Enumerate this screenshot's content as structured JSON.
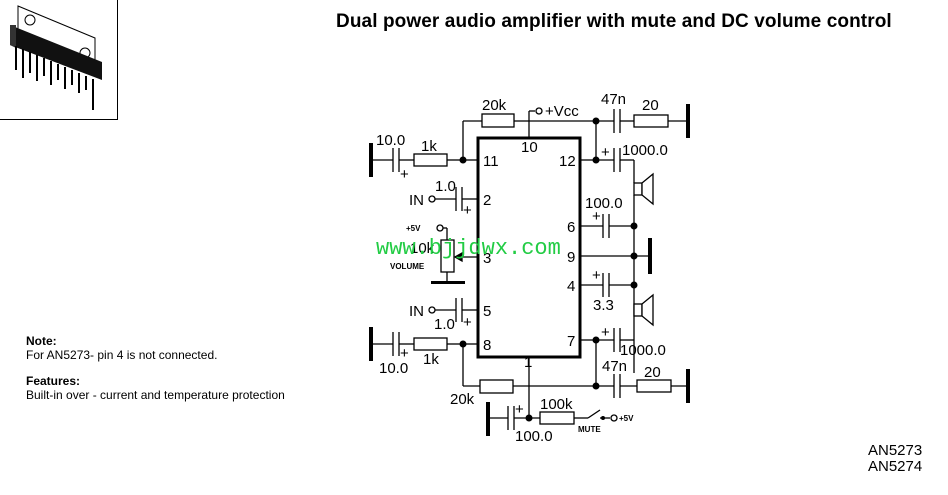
{
  "title": "Dual power audio amplifier with mute and DC volume control",
  "package_image": {
    "icon": "ic-package-icon",
    "description": "SIL power IC package with heatsink tab"
  },
  "notes": {
    "note_heading": "Note:",
    "note_text": "For AN5273- pin 4 is not connected.",
    "features_heading": "Features:",
    "features_text": "Built-in over - current and temperature protection"
  },
  "part_numbers": [
    "AN5273",
    "AN5274"
  ],
  "watermark": "www.bjjdwx.com",
  "schematic": {
    "pins": {
      "p1": "1",
      "p2": "2",
      "p3": "3",
      "p4": "4",
      "p5": "5",
      "p6": "6",
      "p7": "7",
      "p8": "8",
      "p9": "9",
      "p10": "10",
      "p11": "11",
      "p12": "12"
    },
    "supply": "+Vcc",
    "components": {
      "r_feedback_top": "20k",
      "r_feedback_bottom": "20k",
      "c_nf_top": "10.0",
      "r_nf_top": "1k",
      "c_nf_bottom": "10.0",
      "r_nf_bottom": "1k",
      "c_in_top": "1.0",
      "c_in_bottom": "1.0",
      "in_top": "IN",
      "in_bottom": "IN",
      "vol_supply": "+5V",
      "vol_pot": "10k",
      "vol_label": "VOLUME",
      "c_zobel_top": "47n",
      "r_zobel_top": "20",
      "c_zobel_bottom": "47n",
      "r_zobel_bottom": "20",
      "c_out_top": "1000.0",
      "c_out_bottom": "1000.0",
      "c_pin6": "100.0",
      "c_pin4": "3.3",
      "c_mute": "100.0",
      "r_mute": "100k",
      "mute_label": "MUTE",
      "mute_supply": "+5V",
      "plus": "+"
    }
  }
}
